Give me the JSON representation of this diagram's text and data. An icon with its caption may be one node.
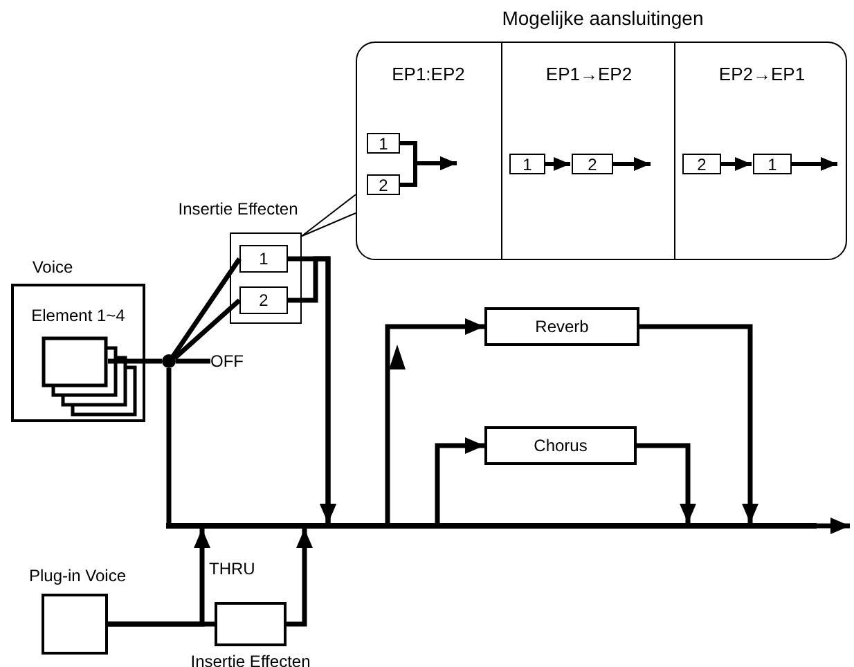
{
  "diagram": {
    "nodes": [
      {
        "text": [
          "Voice",
          "Element 1~4"
        ]
      },
      {
        "text": [],
        "shape": "box",
        "in": 0
      },
      {
        "text": [
          "Insertie Effecten"
        ]
      },
      {
        "text": [
          "1"
        ],
        "in": 2
      },
      {
        "text": [
          "2"
        ],
        "in": 2
      },
      {
        "text": [],
        "shape": "circle"
      },
      {
        "text": [
          "OFF"
        ]
      },
      {
        "text": [
          "Mogelijke aansluitingen"
        ]
      },
      {
        "text": [
          "EP1:EP2"
        ],
        "in": 7
      },
      {
        "text": [
          "EP1→EP2"
        ],
        "in": 7
      },
      {
        "text": [
          "EP2→EP1"
        ],
        "in": 7
      },
      {
        "text": [
          "1"
        ],
        "in": 8
      },
      {
        "text": [
          "2"
        ],
        "in": 8
      },
      {
        "text": [
          "1"
        ],
        "in": 9
      },
      {
        "text": [
          "2"
        ],
        "in": 9
      },
      {
        "text": [
          "2"
        ],
        "in": 10
      },
      {
        "text": [
          "1"
        ],
        "in": 10
      },
      {
        "text": [
          "Reverb"
        ]
      },
      {
        "text": [
          "Chorus"
        ]
      },
      {
        "text": [
          "Plug-in Voice"
        ]
      },
      {
        "text": [
          "Insertie Effecten"
        ]
      },
      {
        "text": [],
        "shape": "bar"
      }
    ],
    "edges": [
      {
        "from": 1,
        "to": 5,
        "arrow": "none"
      },
      {
        "from": 5,
        "to": 3,
        "arrow": "none"
      },
      {
        "from": 5,
        "to": 4,
        "arrow": "none"
      },
      {
        "from": 5,
        "to": 6,
        "arrow": "none"
      },
      {
        "from": 5,
        "to": 21,
        "arrow": "none"
      },
      {
        "from": 3,
        "to": 21,
        "arrow": "to"
      },
      {
        "from": 4,
        "to": 21,
        "arrow": "to"
      },
      {
        "from": 2,
        "to": 7,
        "arrow": "none"
      },
      {
        "from": 11,
        "to": null,
        "arrow": "to"
      },
      {
        "from": 12,
        "to": null,
        "arrow": "to"
      },
      {
        "from": 13,
        "to": 14,
        "arrow": "to"
      },
      {
        "from": 14,
        "to": null,
        "arrow": "to"
      },
      {
        "from": 15,
        "to": 16,
        "arrow": "to"
      },
      {
        "from": 16,
        "to": null,
        "arrow": "to"
      },
      {
        "from": 21,
        "to": 17,
        "arrow": "to"
      },
      {
        "from": 17,
        "to": 21,
        "arrow": "to"
      },
      {
        "from": 21,
        "to": 18,
        "arrow": "to"
      },
      {
        "from": 18,
        "to": 21,
        "arrow": "to"
      },
      {
        "from": 19,
        "to": 21,
        "arrow": "to",
        "label": "THRU"
      },
      {
        "from": 19,
        "to": 20,
        "arrow": "none"
      },
      {
        "from": 20,
        "to": 21,
        "arrow": "to"
      },
      {
        "from": 21,
        "to": null,
        "arrow": "to"
      }
    ]
  }
}
